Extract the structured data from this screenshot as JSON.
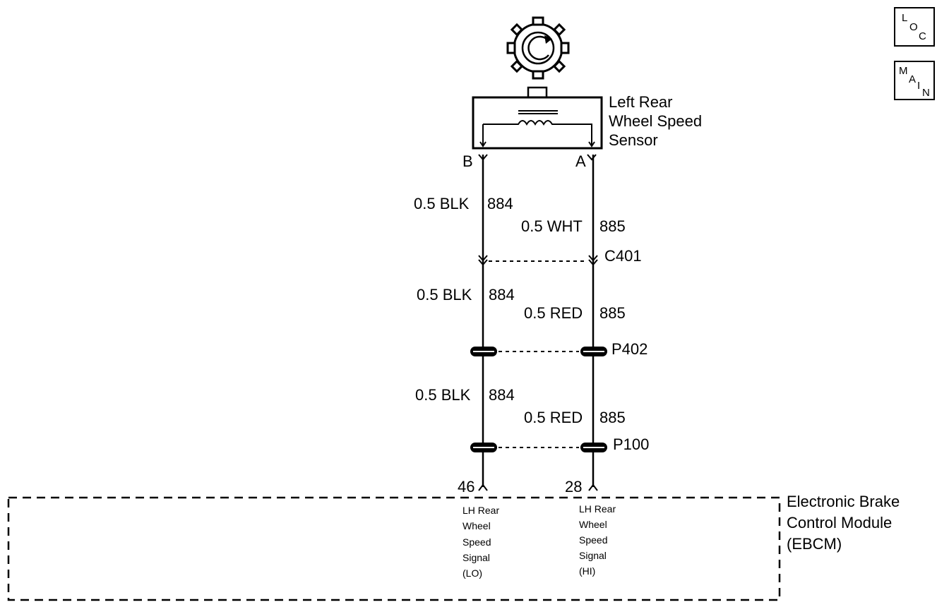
{
  "nav": {
    "loc": {
      "c1": "L",
      "c2": "O",
      "c3": "C"
    },
    "main": {
      "c1": "M",
      "c2": "A",
      "c3": "I",
      "c4": "N"
    }
  },
  "sensor": {
    "title_line1": "Left Rear",
    "title_line2": "Wheel Speed",
    "title_line3": "Sensor",
    "pin_b": "B",
    "pin_a": "A"
  },
  "wires": {
    "b_seg1": "0.5 BLK",
    "b_seg1_circuit": "884",
    "a_seg1": "0.5 WHT",
    "a_seg1_circuit": "885",
    "b_seg2": "0.5 BLK",
    "b_seg2_circuit": "884",
    "a_seg2": "0.5 RED",
    "a_seg2_circuit": "885",
    "b_seg3": "0.5 BLK",
    "b_seg3_circuit": "884",
    "a_seg3": "0.5 RED",
    "a_seg3_circuit": "885"
  },
  "connectors": {
    "c401": "C401",
    "p402": "P402",
    "p100": "P100"
  },
  "module": {
    "name_line1": "Electronic Brake",
    "name_line2": "Control Module",
    "name_line3": "(EBCM)",
    "pin_lo": "46",
    "pin_hi": "28",
    "lo_desc": [
      "LH Rear",
      "Wheel",
      "Speed",
      "Signal",
      "(LO)"
    ],
    "hi_desc": [
      "LH Rear",
      "Wheel",
      "Speed",
      "Signal",
      "(HI)"
    ]
  }
}
